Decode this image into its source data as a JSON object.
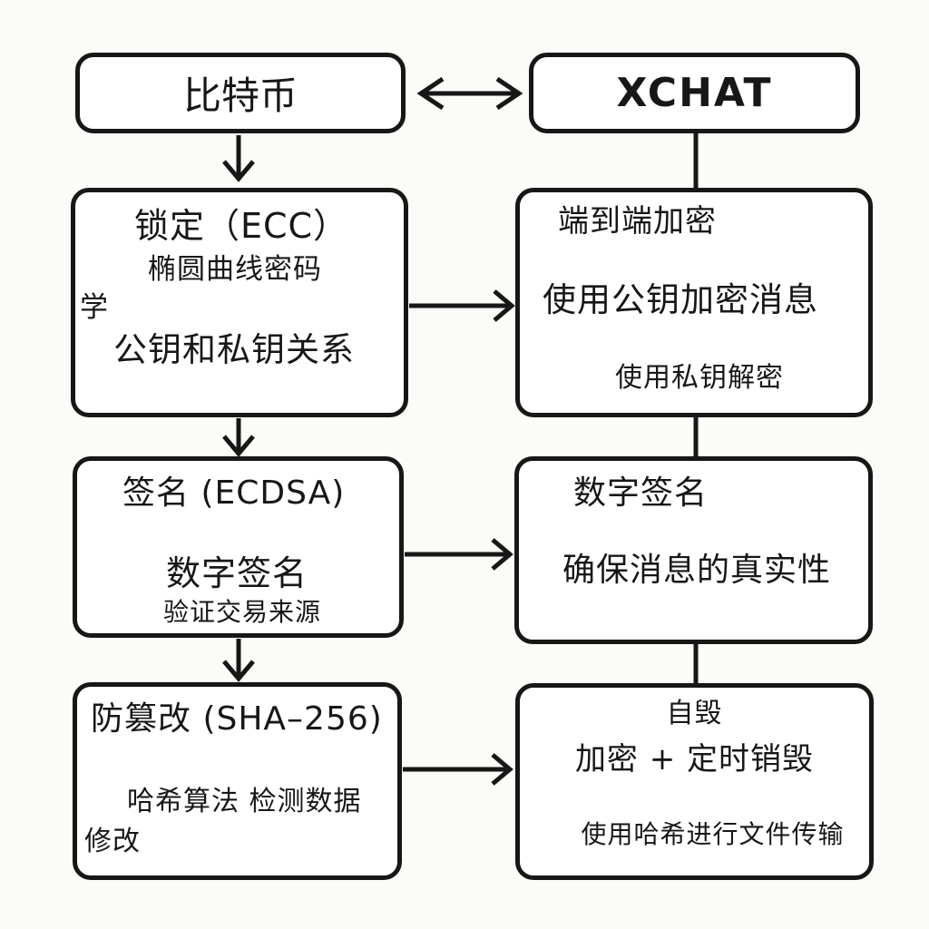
{
  "colors": {
    "ink": "#171717",
    "background": "#fbfbf8",
    "box_fill": "#ffffff"
  },
  "nodes": {
    "bitcoin": {
      "title": "比特币"
    },
    "xchat": {
      "title": "XCHAT"
    },
    "ecc": {
      "title": "锁定（ECC）",
      "subtitle_line1": "椭圆曲线密码",
      "subtitle_line2": "学",
      "detail": "公钥和私钥关系"
    },
    "e2e": {
      "title": "端到端加密",
      "subtitle": "使用公钥加密消息",
      "detail": "使用私钥解密"
    },
    "ecdsa": {
      "title": "签名 (ECDSA)",
      "subtitle": "数字签名",
      "detail": "验证交易来源"
    },
    "signature": {
      "title": "数字签名",
      "subtitle": "确保消息的真实性"
    },
    "sha256": {
      "title": "防篡改 (SHA–256)",
      "note_line1": "哈希算法 检测数据",
      "note_line2": "修改"
    },
    "selfdestruct": {
      "title": "自毁",
      "subtitle": "加密 + 定时销毁",
      "detail": "使用哈希进行文件传输"
    }
  }
}
